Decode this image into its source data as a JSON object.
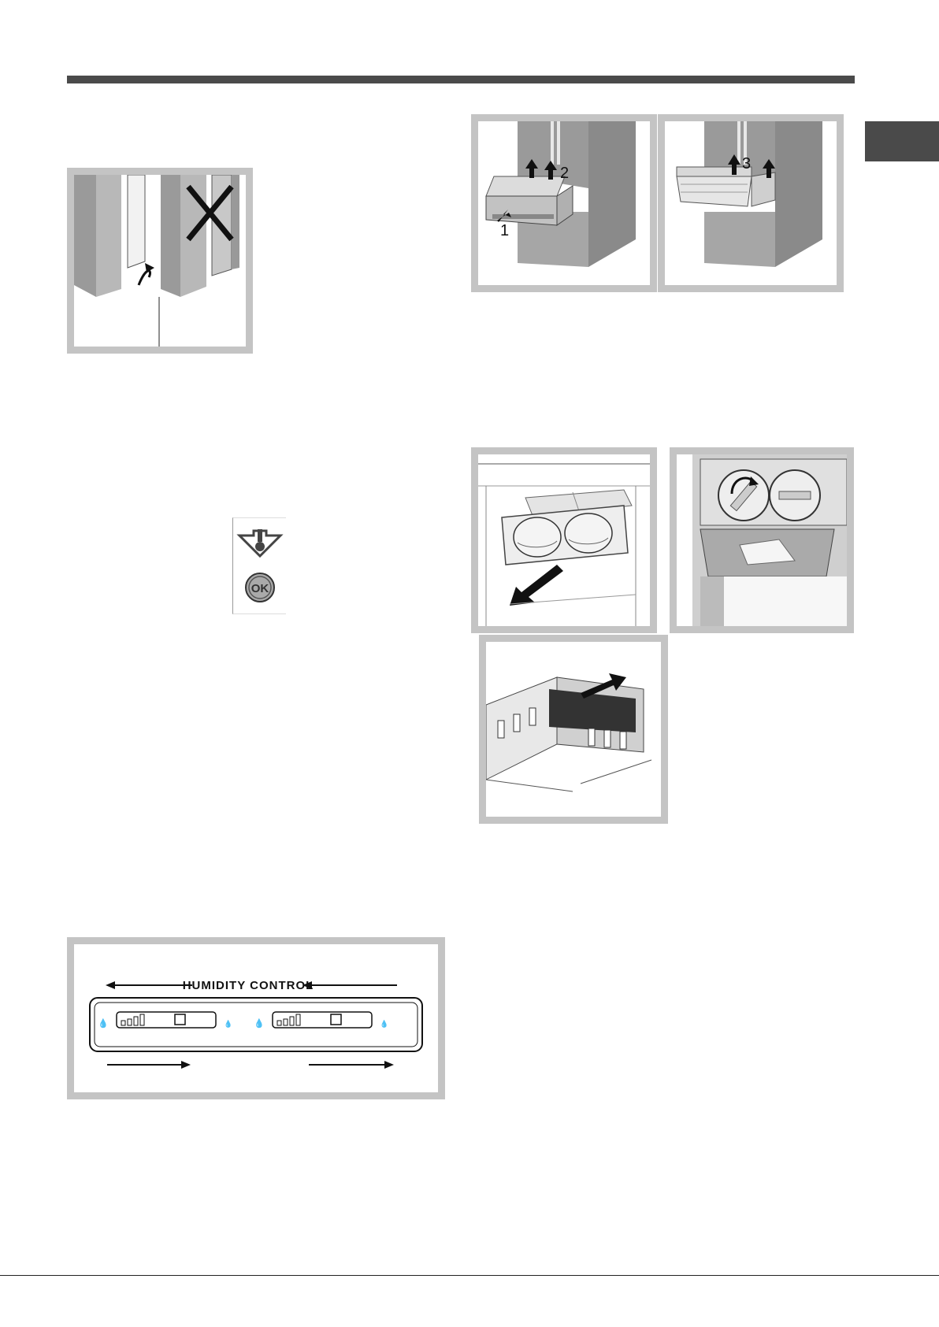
{
  "drawer_figure": {
    "step_1": "1",
    "step_2": "2",
    "step_3": "3"
  },
  "control_panel": {
    "ok_label": "OK"
  },
  "humidity_control": {
    "title": "HUMIDITY CONTROL"
  },
  "icons": {
    "door_panel": "cross-mark-icon",
    "alarm": "alarm-temperature-icon",
    "ok": "ok-button-icon",
    "humidity_high": "water-drops-icon",
    "humidity_low": "water-drop-icon"
  },
  "colors": {
    "rule": "#4a4a4a",
    "frame": "#c4c4c4",
    "appliance": "#9a9a9a"
  }
}
